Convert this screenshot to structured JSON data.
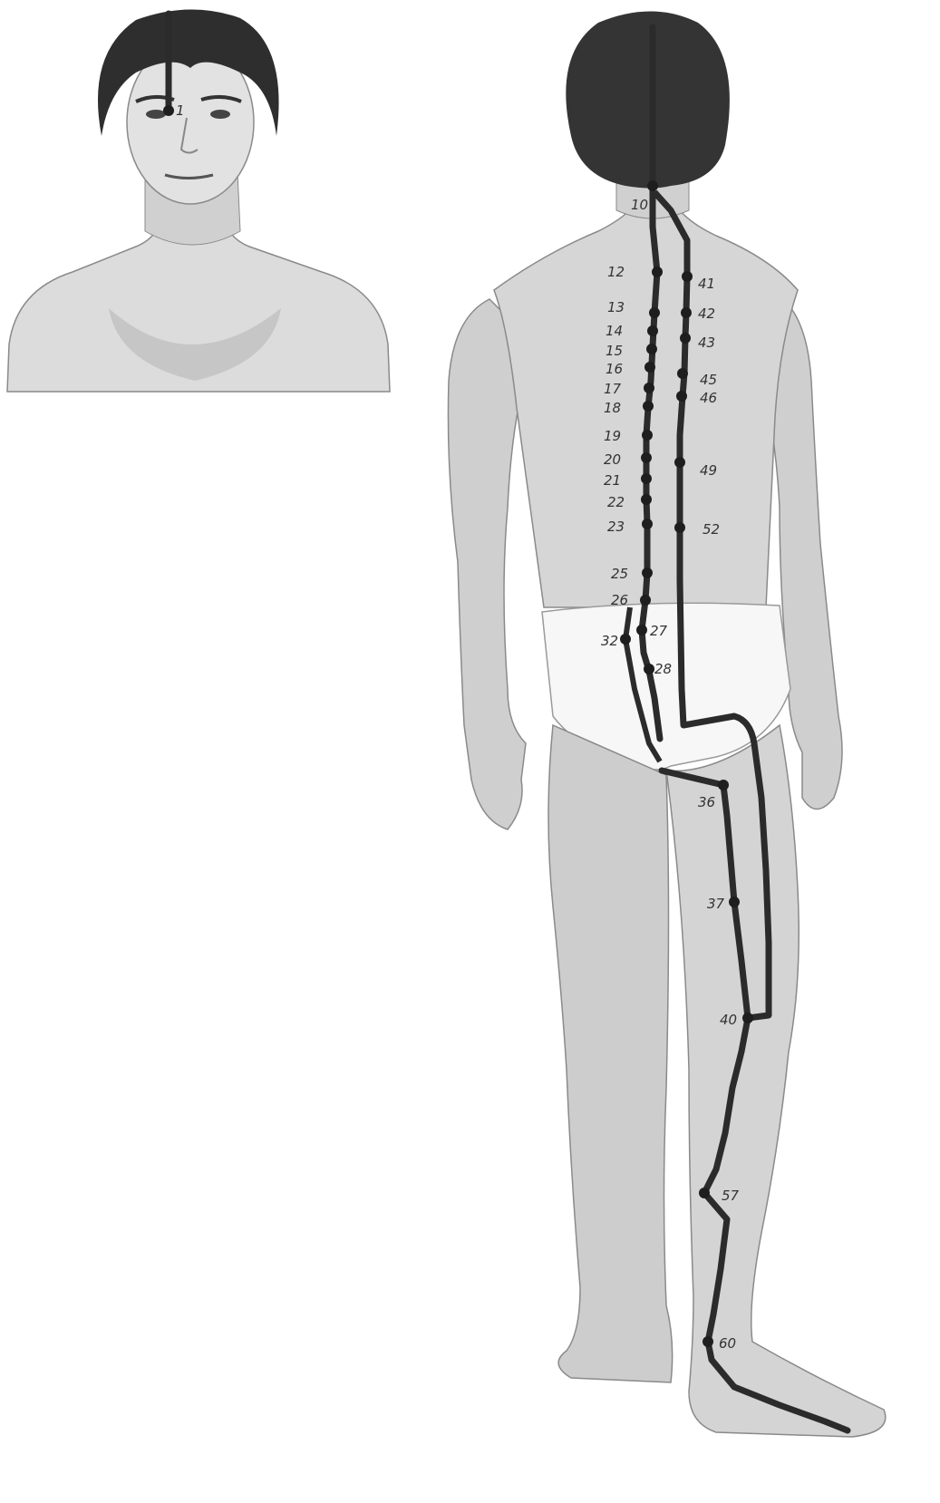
{
  "diagram": {
    "figures": [
      {
        "name": "front-portrait",
        "view": "front",
        "framing": "head-and-chest"
      },
      {
        "name": "back-full-body",
        "view": "back",
        "framing": "full-body"
      }
    ],
    "meridian_color": "#2b2b2b",
    "points": [
      "1",
      "10",
      "12",
      "13",
      "14",
      "15",
      "16",
      "17",
      "18",
      "19",
      "20",
      "21",
      "22",
      "23",
      "25",
      "26",
      "27",
      "28",
      "32",
      "36",
      "37",
      "40",
      "41",
      "42",
      "43",
      "45",
      "46",
      "49",
      "52",
      "57",
      "60"
    ]
  }
}
